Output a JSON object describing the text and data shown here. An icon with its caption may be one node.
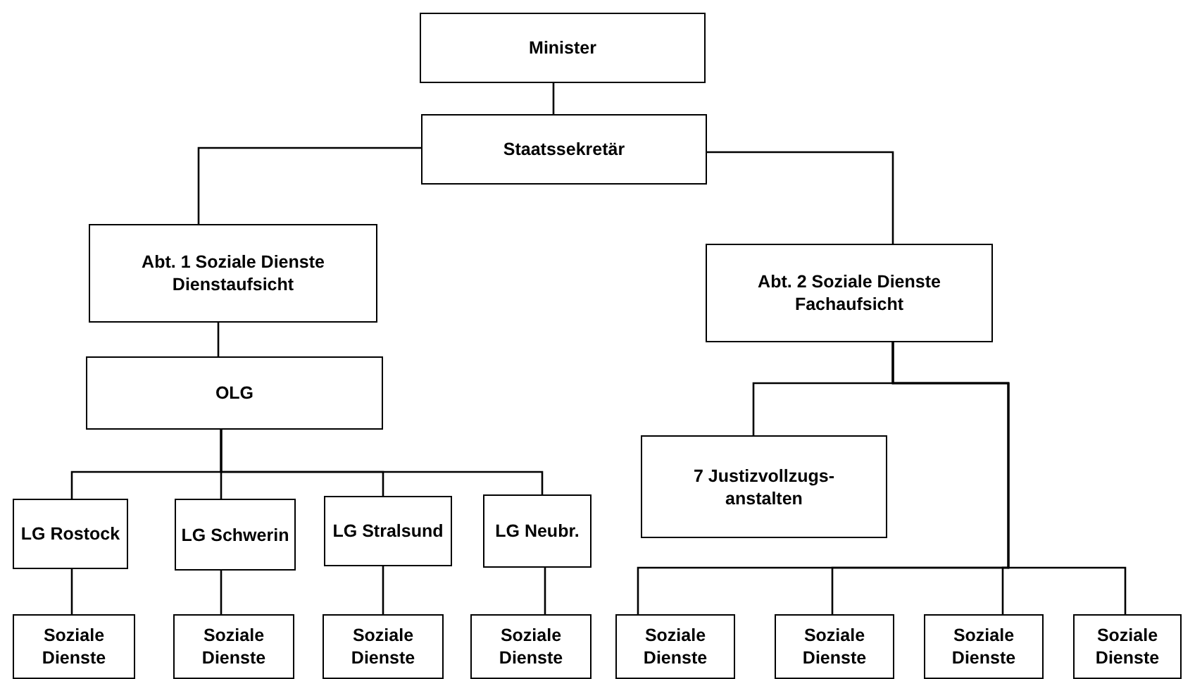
{
  "diagram": {
    "nodes": [
      {
        "text": [
          "Minister"
        ]
      },
      {
        "text": [
          "Staatssekretär"
        ]
      },
      {
        "text": [
          "Abt. 1 Soziale Dienste Dienstaufsicht"
        ]
      },
      {
        "text": [
          "Abt. 2 Soziale Dienste Fachaufsicht"
        ]
      },
      {
        "text": [
          "OLG"
        ]
      },
      {
        "text": [
          "7 Justizvollzugs-anstalten"
        ]
      },
      {
        "text": [
          "LG Rostock"
        ]
      },
      {
        "text": [
          "LG Schwerin"
        ]
      },
      {
        "text": [
          "LG Stralsund"
        ]
      },
      {
        "text": [
          "LG Neubr."
        ]
      },
      {
        "text": [
          "Soziale Dienste"
        ]
      },
      {
        "text": [
          "Soziale Dienste"
        ]
      },
      {
        "text": [
          "Soziale Dienste"
        ]
      },
      {
        "text": [
          "Soziale Dienste"
        ]
      },
      {
        "text": [
          "Soziale Dienste"
        ]
      },
      {
        "text": [
          "Soziale Dienste"
        ]
      },
      {
        "text": [
          "Soziale Dienste"
        ]
      },
      {
        "text": [
          "Soziale Dienste"
        ]
      }
    ],
    "edges": [
      {
        "from": 0,
        "to": 1,
        "arrow": "none"
      },
      {
        "from": 1,
        "to": 2,
        "arrow": "none"
      },
      {
        "from": 1,
        "to": 3,
        "arrow": "none"
      },
      {
        "from": 2,
        "to": 4,
        "arrow": "none"
      },
      {
        "from": 4,
        "to": 6,
        "arrow": "none"
      },
      {
        "from": 4,
        "to": 7,
        "arrow": "none"
      },
      {
        "from": 4,
        "to": 8,
        "arrow": "none"
      },
      {
        "from": 4,
        "to": 9,
        "arrow": "none"
      },
      {
        "from": 3,
        "to": 5,
        "arrow": "none"
      },
      {
        "from": 3,
        "to": 14,
        "arrow": "none"
      },
      {
        "from": 3,
        "to": 15,
        "arrow": "none"
      },
      {
        "from": 3,
        "to": 16,
        "arrow": "none"
      },
      {
        "from": 3,
        "to": 17,
        "arrow": "none"
      },
      {
        "from": 6,
        "to": 10,
        "arrow": "none"
      },
      {
        "from": 7,
        "to": 11,
        "arrow": "none"
      },
      {
        "from": 8,
        "to": 12,
        "arrow": "none"
      },
      {
        "from": 9,
        "to": 13,
        "arrow": "none"
      }
    ]
  }
}
